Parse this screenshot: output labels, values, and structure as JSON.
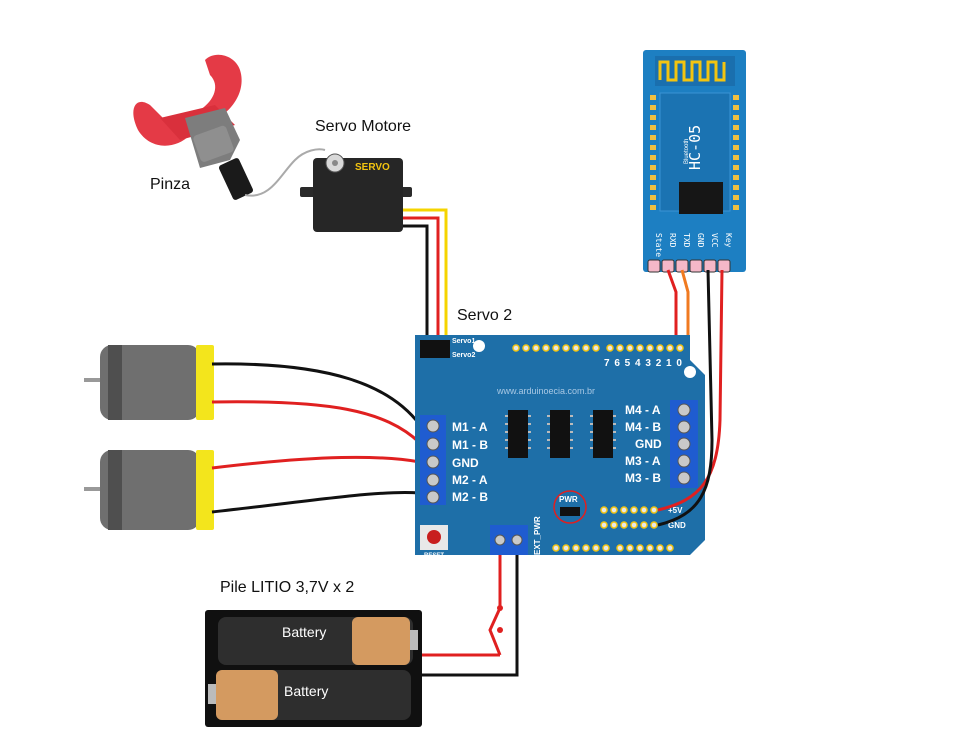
{
  "labels": {
    "pinza": "Pinza",
    "servo_motore": "Servo Motore",
    "servo_brand": "SERVO",
    "servo_2": "Servo 2",
    "batteries_caption": "Pile LITIO 3,7V x  2",
    "battery_1": "Battery",
    "battery_2": "Battery"
  },
  "shield": {
    "website": "www.arduinoecia.com.br",
    "servo1": "Servo1",
    "servo2": "Servo2",
    "digital_pins": "7 6 5 4 3 2 1 0",
    "left_terminals": [
      "M1 - A",
      "M1 - B",
      "GND",
      "M2 - A",
      "M2 - B"
    ],
    "right_terminals": [
      "M4 - A",
      "M4 - B",
      "GND",
      "M3 - A",
      "M3 - B"
    ],
    "pwr": "PWR",
    "plus5v": "+5V",
    "gnd": "GND",
    "reset": "RESET",
    "ext_pwr": "EXT_PWR",
    "color": "#1e6fa8"
  },
  "bluetooth": {
    "model": "HC-05",
    "subtitle": "Bluetooth",
    "pins": [
      "State",
      "RXD",
      "TXD",
      "GND",
      "VCC",
      "Key"
    ],
    "color": "#1d7fc2"
  },
  "wire_colors": {
    "red": "#e02020",
    "black": "#111111",
    "orange": "#f07a20",
    "yellow": "#f5d400"
  }
}
